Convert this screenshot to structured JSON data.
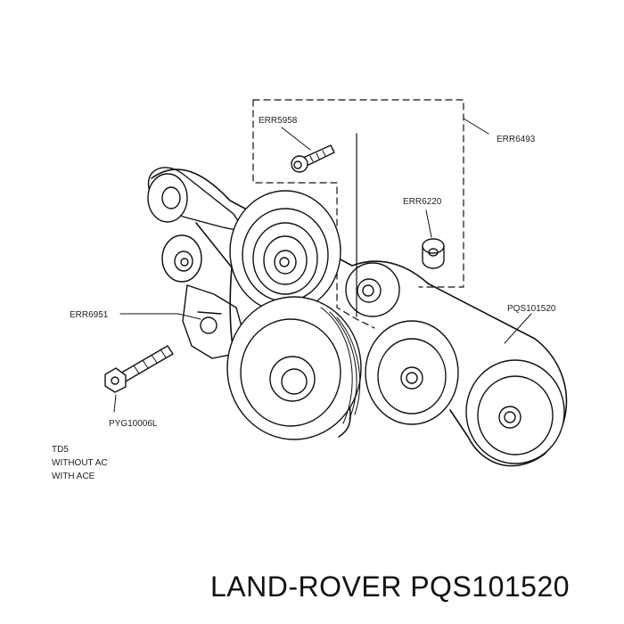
{
  "callouts": {
    "err5958": "ERR5958",
    "err6493": "ERR6493",
    "err6220": "ERR6220",
    "err6951": "ERR6951",
    "pqs101520": "PQS101520",
    "pyg10006l": "PYG10006L"
  },
  "notes": [
    "TD5",
    "WITHOUT AC",
    "WITH ACE"
  ],
  "footer": {
    "brand": "LAND-ROVER",
    "part_number": "PQS101520"
  }
}
